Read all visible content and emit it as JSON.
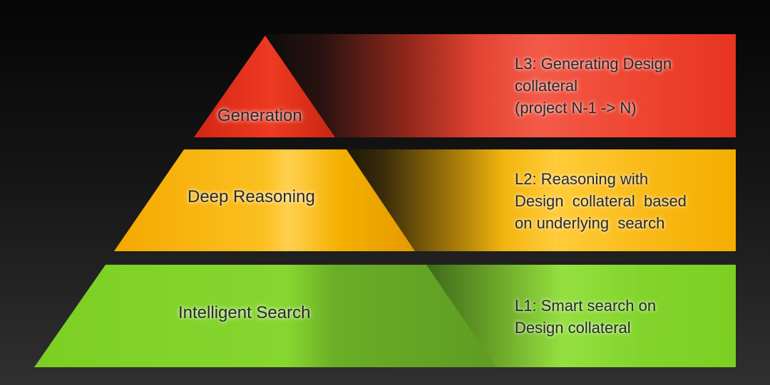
{
  "levels": [
    {
      "name": "Generation",
      "description_lines": [
        "L3: Generating Design",
        "collateral",
        "(project N-1 -> N)"
      ],
      "color": "#e8321c"
    },
    {
      "name": "Deep Reasoning",
      "description_lines": [
        "L2: Reasoning with",
        "Design  collateral  based",
        "on underlying  search"
      ],
      "color": "#f4b20a"
    },
    {
      "name": "Intelligent Search",
      "description_lines": [
        "L1: Smart search on",
        "Design collateral"
      ],
      "color": "#7fd12a"
    }
  ]
}
